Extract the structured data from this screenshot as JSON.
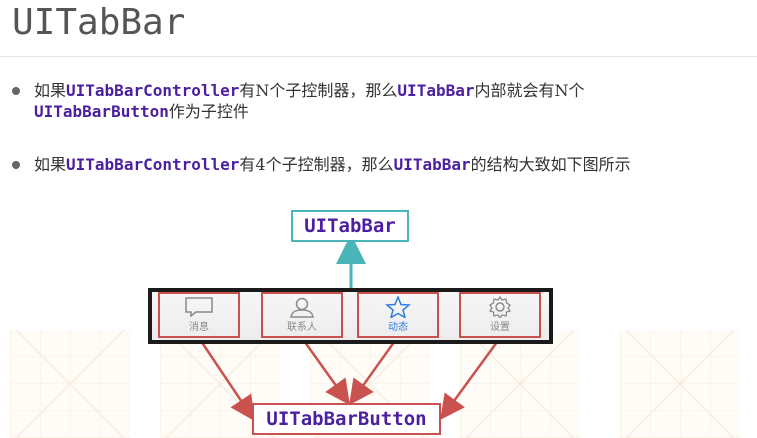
{
  "title": "UITabBar",
  "bullets": [
    {
      "p1": "如果",
      "c1": "UITabBarController",
      "p2": "有N个子控制器，那么",
      "c2": "UITabBar",
      "p3": "内部就会有N个",
      "c3": "UITabBarButton",
      "p4": "作为子控件"
    },
    {
      "p1": "如果",
      "c1": "UITabBarController",
      "p2": "有4个子控制器，那么",
      "c2": "UITabBar",
      "p3": "的结构大致如下图所示"
    }
  ],
  "diagram": {
    "tabbar_label": "UITabBar",
    "button_label": "UITabBarButton",
    "tabs": [
      {
        "label": "消息",
        "icon": "message-icon",
        "active": false
      },
      {
        "label": "联系人",
        "icon": "contacts-icon",
        "active": false
      },
      {
        "label": "动态",
        "icon": "star-icon",
        "active": true
      },
      {
        "label": "设置",
        "icon": "gear-icon",
        "active": false
      }
    ],
    "colors": {
      "tabbar_border": "#4ab5b8",
      "button_border": "#c9524f",
      "code_text": "#4b1fa0",
      "active_tab": "#2f7ee0"
    }
  }
}
